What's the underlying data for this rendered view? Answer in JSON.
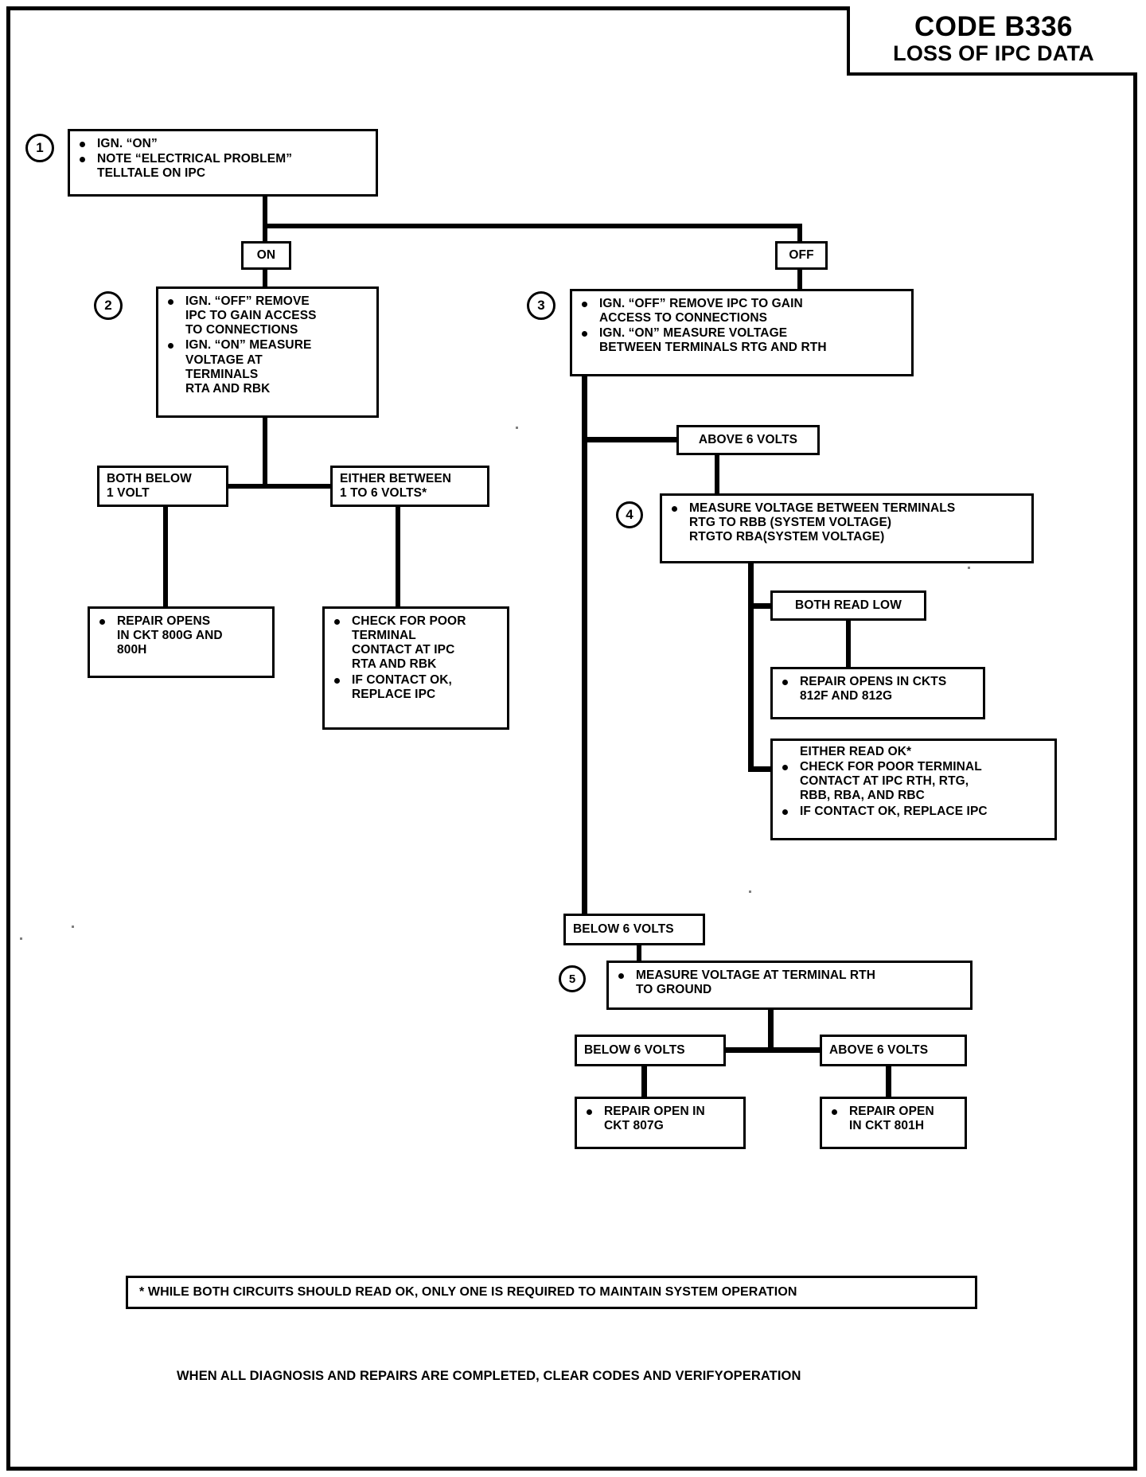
{
  "title": {
    "code": "CODE B336",
    "subtitle": "LOSS OF IPC DATA"
  },
  "steps": {
    "s1": {
      "number": "1",
      "lines": [
        "IGN. “ON”",
        "NOTE “ELECTRICAL PROBLEM”",
        "TELLTALE ON IPC"
      ]
    },
    "s2": {
      "number": "2",
      "lines": [
        "IGN. “OFF” REMOVE",
        "IPC TO GAIN ACCESS",
        "TO CONNECTIONS",
        "IGN. “ON” MEASURE",
        "VOLTAGE AT",
        "TERMINALS",
        "RTA AND RBK"
      ]
    },
    "s3": {
      "number": "3",
      "lines": [
        "IGN. “OFF” REMOVE IPC TO GAIN",
        "ACCESS TO CONNECTIONS",
        "IGN. “ON” MEASURE VOLTAGE",
        "BETWEEN TERMINALS RTG AND RTH"
      ]
    },
    "s4": {
      "number": "4",
      "lines": [
        "MEASURE VOLTAGE BETWEEN TERMINALS",
        "RTG TO RBB (SYSTEM VOLTAGE)",
        "RTGTO RBA(SYSTEM VOLTAGE)"
      ]
    },
    "s5": {
      "number": "5",
      "lines": [
        "MEASURE VOLTAGE AT TERMINAL RTH",
        "TO GROUND"
      ]
    }
  },
  "labels": {
    "on": "ON",
    "off": "OFF",
    "above_6_volts_a": "ABOVE 6 VOLTS",
    "below_6_volts_a": "BELOW 6 VOLTS",
    "below_6_volts_b": "BELOW 6 VOLTS",
    "above_6_volts_b": "ABOVE 6 VOLTS",
    "both_below_1_volt_l1": "BOTH BELOW",
    "both_below_1_volt_l2": "1 VOLT",
    "either_between_l1": "EITHER BETWEEN",
    "either_between_l2": "1 TO 6 VOLTS*",
    "both_read_low": "BOTH READ LOW"
  },
  "outcomes": {
    "repair_800": [
      "REPAIR OPENS",
      "IN CKT 800G AND",
      "800H"
    ],
    "check_poor_rta_rbk": [
      "CHECK FOR POOR",
      "TERMINAL",
      "CONTACT AT IPC",
      "RTA AND RBK",
      "IF CONTACT OK,",
      "REPLACE IPC"
    ],
    "repair_812": [
      "REPAIR OPENS IN CKTS",
      "812F AND 812G"
    ],
    "either_read_ok": [
      "EITHER READ OK*",
      "CHECK FOR POOR TERMINAL",
      "CONTACT AT IPC RTH, RTG,",
      "RBB, RBA, AND RBC",
      "IF CONTACT OK, REPLACE IPC"
    ],
    "repair_807g": [
      "REPAIR OPEN IN",
      "CKT 807G"
    ],
    "repair_801h": [
      "REPAIR OPEN",
      "IN CKT 801H"
    ]
  },
  "footnote": "* WHILE BOTH CIRCUITS SHOULD READ OK, ONLY ONE IS REQUIRED TO MAINTAIN SYSTEM OPERATION",
  "footer": "WHEN ALL DIAGNOSIS AND REPAIRS ARE COMPLETED, CLEAR CODES AND VERIFYOPERATION",
  "colors": {
    "ink": "#000000",
    "paper": "#ffffff"
  }
}
